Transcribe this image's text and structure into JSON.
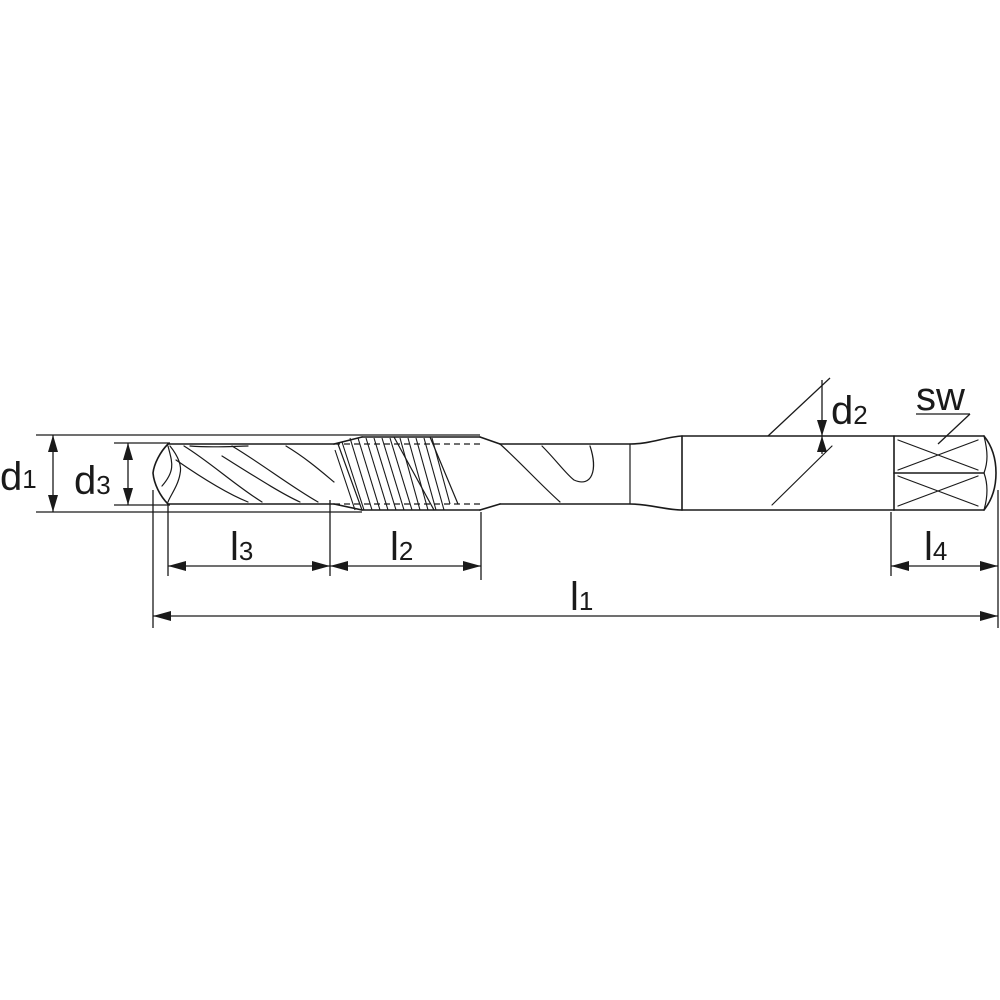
{
  "labels": {
    "d1": {
      "main": "d",
      "sub": "1"
    },
    "d2": {
      "main": "d",
      "sub": "2"
    },
    "d3": {
      "main": "d",
      "sub": "3"
    },
    "l1": {
      "main": "l",
      "sub": "1"
    },
    "l2": {
      "main": "l",
      "sub": "2"
    },
    "l3": {
      "main": "l",
      "sub": "3"
    },
    "l4": {
      "main": "l",
      "sub": "4"
    },
    "sw": "sw"
  },
  "colors": {
    "line": "#1a1a1a",
    "background": "#ffffff"
  }
}
